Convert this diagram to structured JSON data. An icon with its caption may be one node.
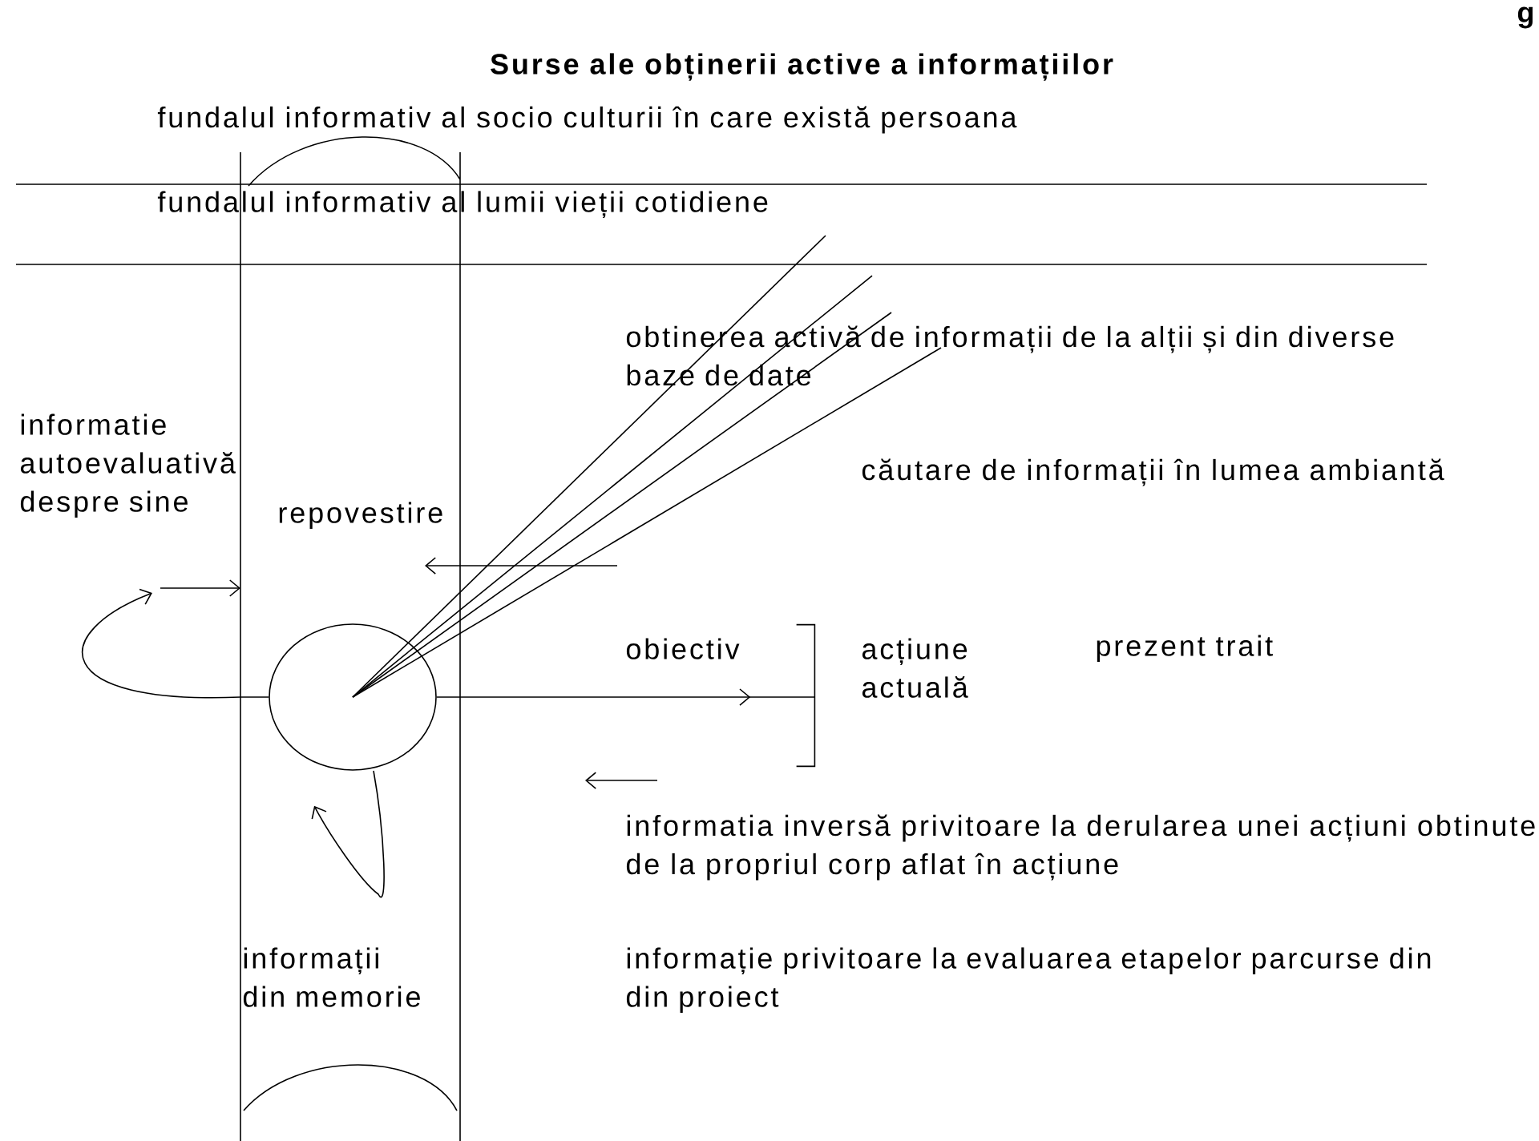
{
  "diagram": {
    "title": "Surse ale obținerii active a informațiilor",
    "nodes": [
      {
        "text": [],
        "shape": "circle"
      },
      {
        "text": [
          "obtinerea activă de informații de la alții și din diverse baze de date"
        ]
      },
      {
        "text": [],
        "shape": "bracket"
      }
    ],
    "edges": [
      {
        "from": 0,
        "to": null,
        "arrow": "none"
      },
      {
        "from": 0,
        "to": null,
        "arrow": "none"
      },
      {
        "from": 0,
        "to": 1,
        "arrow": "none"
      },
      {
        "from": 0,
        "to": 1,
        "arrow": "none"
      },
      {
        "from": 0,
        "to": 2,
        "arrow": "to"
      },
      {
        "from": 0,
        "to": null,
        "arrow": "to"
      },
      {
        "from": 0,
        "to": 0,
        "arrow": "to"
      }
    ],
    "labels": [
      "g",
      "fundalul informativ al socio culturii în care există persoana",
      "fundalul informativ al lumii vieții cotidiene",
      "informatie autoevaluativă despre sine",
      "repovestire",
      "căutare de informații în lumea ambiantă",
      "obiectiv",
      "acțiune actuală",
      "prezent trait",
      "informatia inversă privitoare la derularea unei acțiuni obtinute de la propriul corp aflat în acțiune",
      "informații din memorie",
      "informație privitoare la evaluarea etapelor parcurse din din proiect"
    ]
  }
}
